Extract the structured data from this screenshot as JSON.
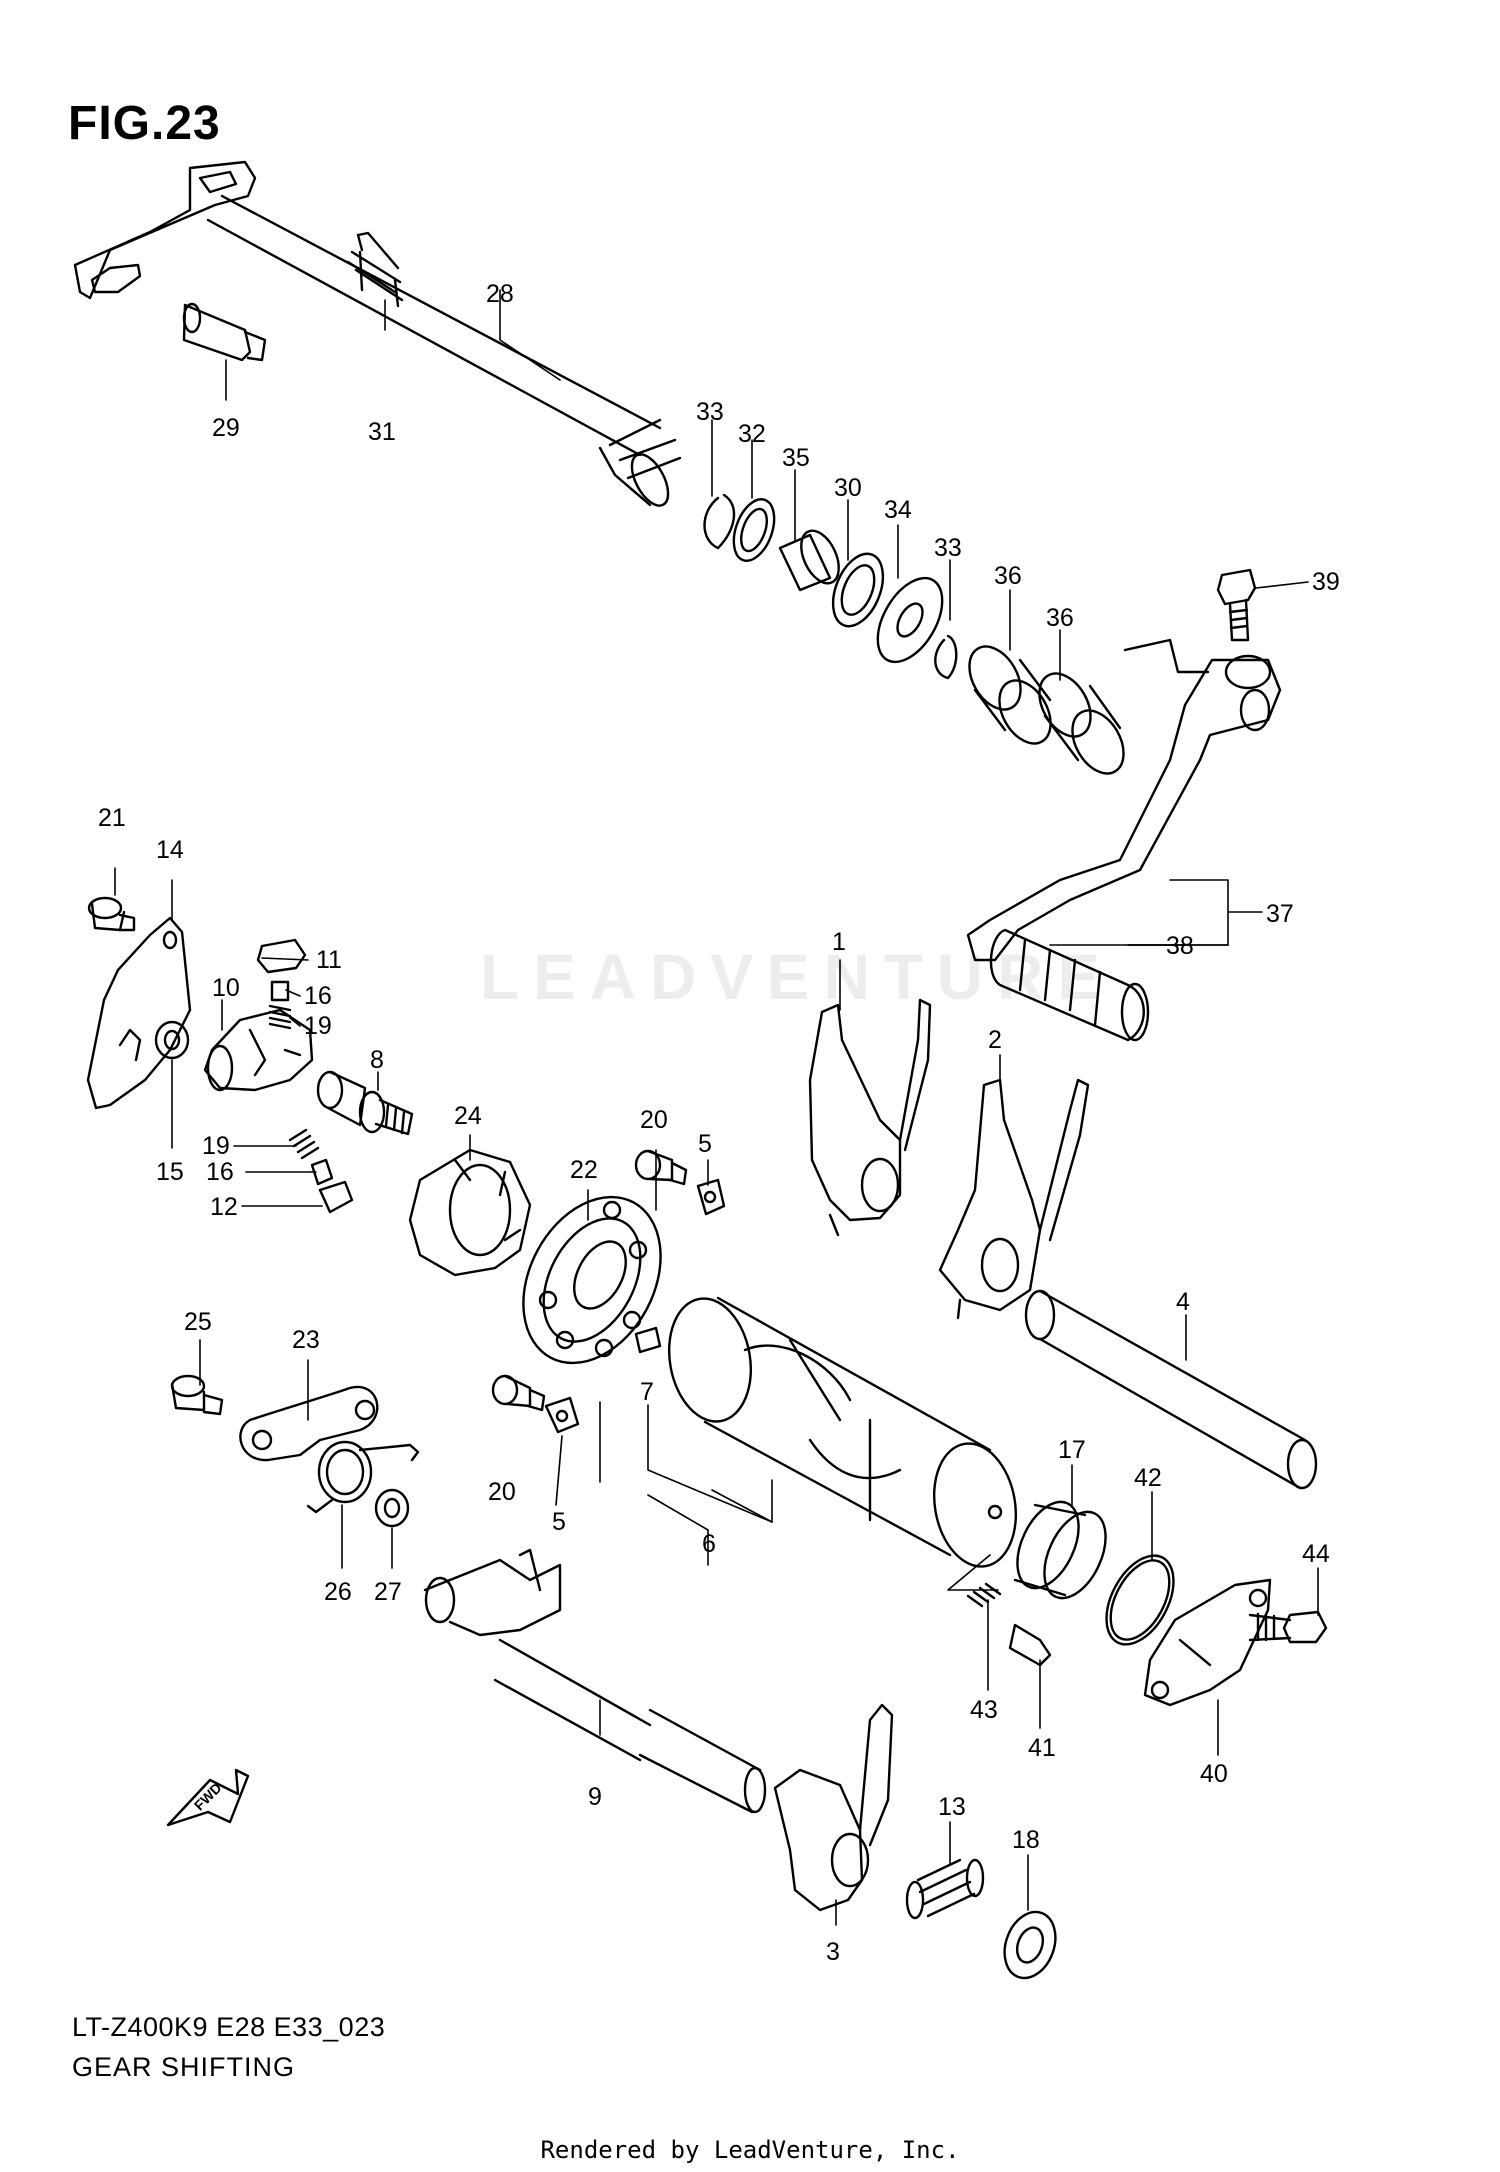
{
  "figure": {
    "title": "FIG.23",
    "model_code": "LT-Z400K9 E28 E33_023",
    "section_name": "GEAR SHIFTING",
    "footer": "Rendered by LeadVenture, Inc.",
    "watermark": "LEADVENTURE",
    "direction_label": "FWD"
  },
  "callouts": [
    {
      "id": "c1",
      "label": "1"
    },
    {
      "id": "c2",
      "label": "2"
    },
    {
      "id": "c3",
      "label": "3"
    },
    {
      "id": "c4",
      "label": "4"
    },
    {
      "id": "c5a",
      "label": "5"
    },
    {
      "id": "c5b",
      "label": "5"
    },
    {
      "id": "c6",
      "label": "6"
    },
    {
      "id": "c7",
      "label": "7"
    },
    {
      "id": "c8",
      "label": "8"
    },
    {
      "id": "c9",
      "label": "9"
    },
    {
      "id": "c10",
      "label": "10"
    },
    {
      "id": "c11",
      "label": "11"
    },
    {
      "id": "c12",
      "label": "12"
    },
    {
      "id": "c13",
      "label": "13"
    },
    {
      "id": "c14",
      "label": "14"
    },
    {
      "id": "c15",
      "label": "15"
    },
    {
      "id": "c16a",
      "label": "16"
    },
    {
      "id": "c16b",
      "label": "16"
    },
    {
      "id": "c17",
      "label": "17"
    },
    {
      "id": "c18",
      "label": "18"
    },
    {
      "id": "c19a",
      "label": "19"
    },
    {
      "id": "c19b",
      "label": "19"
    },
    {
      "id": "c20a",
      "label": "20"
    },
    {
      "id": "c20b",
      "label": "20"
    },
    {
      "id": "c21",
      "label": "21"
    },
    {
      "id": "c22",
      "label": "22"
    },
    {
      "id": "c23",
      "label": "23"
    },
    {
      "id": "c24",
      "label": "24"
    },
    {
      "id": "c25",
      "label": "25"
    },
    {
      "id": "c26",
      "label": "26"
    },
    {
      "id": "c27",
      "label": "27"
    },
    {
      "id": "c28",
      "label": "28"
    },
    {
      "id": "c29",
      "label": "29"
    },
    {
      "id": "c30",
      "label": "30"
    },
    {
      "id": "c31",
      "label": "31"
    },
    {
      "id": "c32",
      "label": "32"
    },
    {
      "id": "c33a",
      "label": "33"
    },
    {
      "id": "c33b",
      "label": "33"
    },
    {
      "id": "c34",
      "label": "34"
    },
    {
      "id": "c35",
      "label": "35"
    },
    {
      "id": "c36a",
      "label": "36"
    },
    {
      "id": "c36b",
      "label": "36"
    },
    {
      "id": "c37",
      "label": "37"
    },
    {
      "id": "c38",
      "label": "38"
    },
    {
      "id": "c39",
      "label": "39"
    },
    {
      "id": "c40",
      "label": "40"
    },
    {
      "id": "c41",
      "label": "41"
    },
    {
      "id": "c42",
      "label": "42"
    },
    {
      "id": "c43",
      "label": "43"
    },
    {
      "id": "c44",
      "label": "44"
    }
  ]
}
